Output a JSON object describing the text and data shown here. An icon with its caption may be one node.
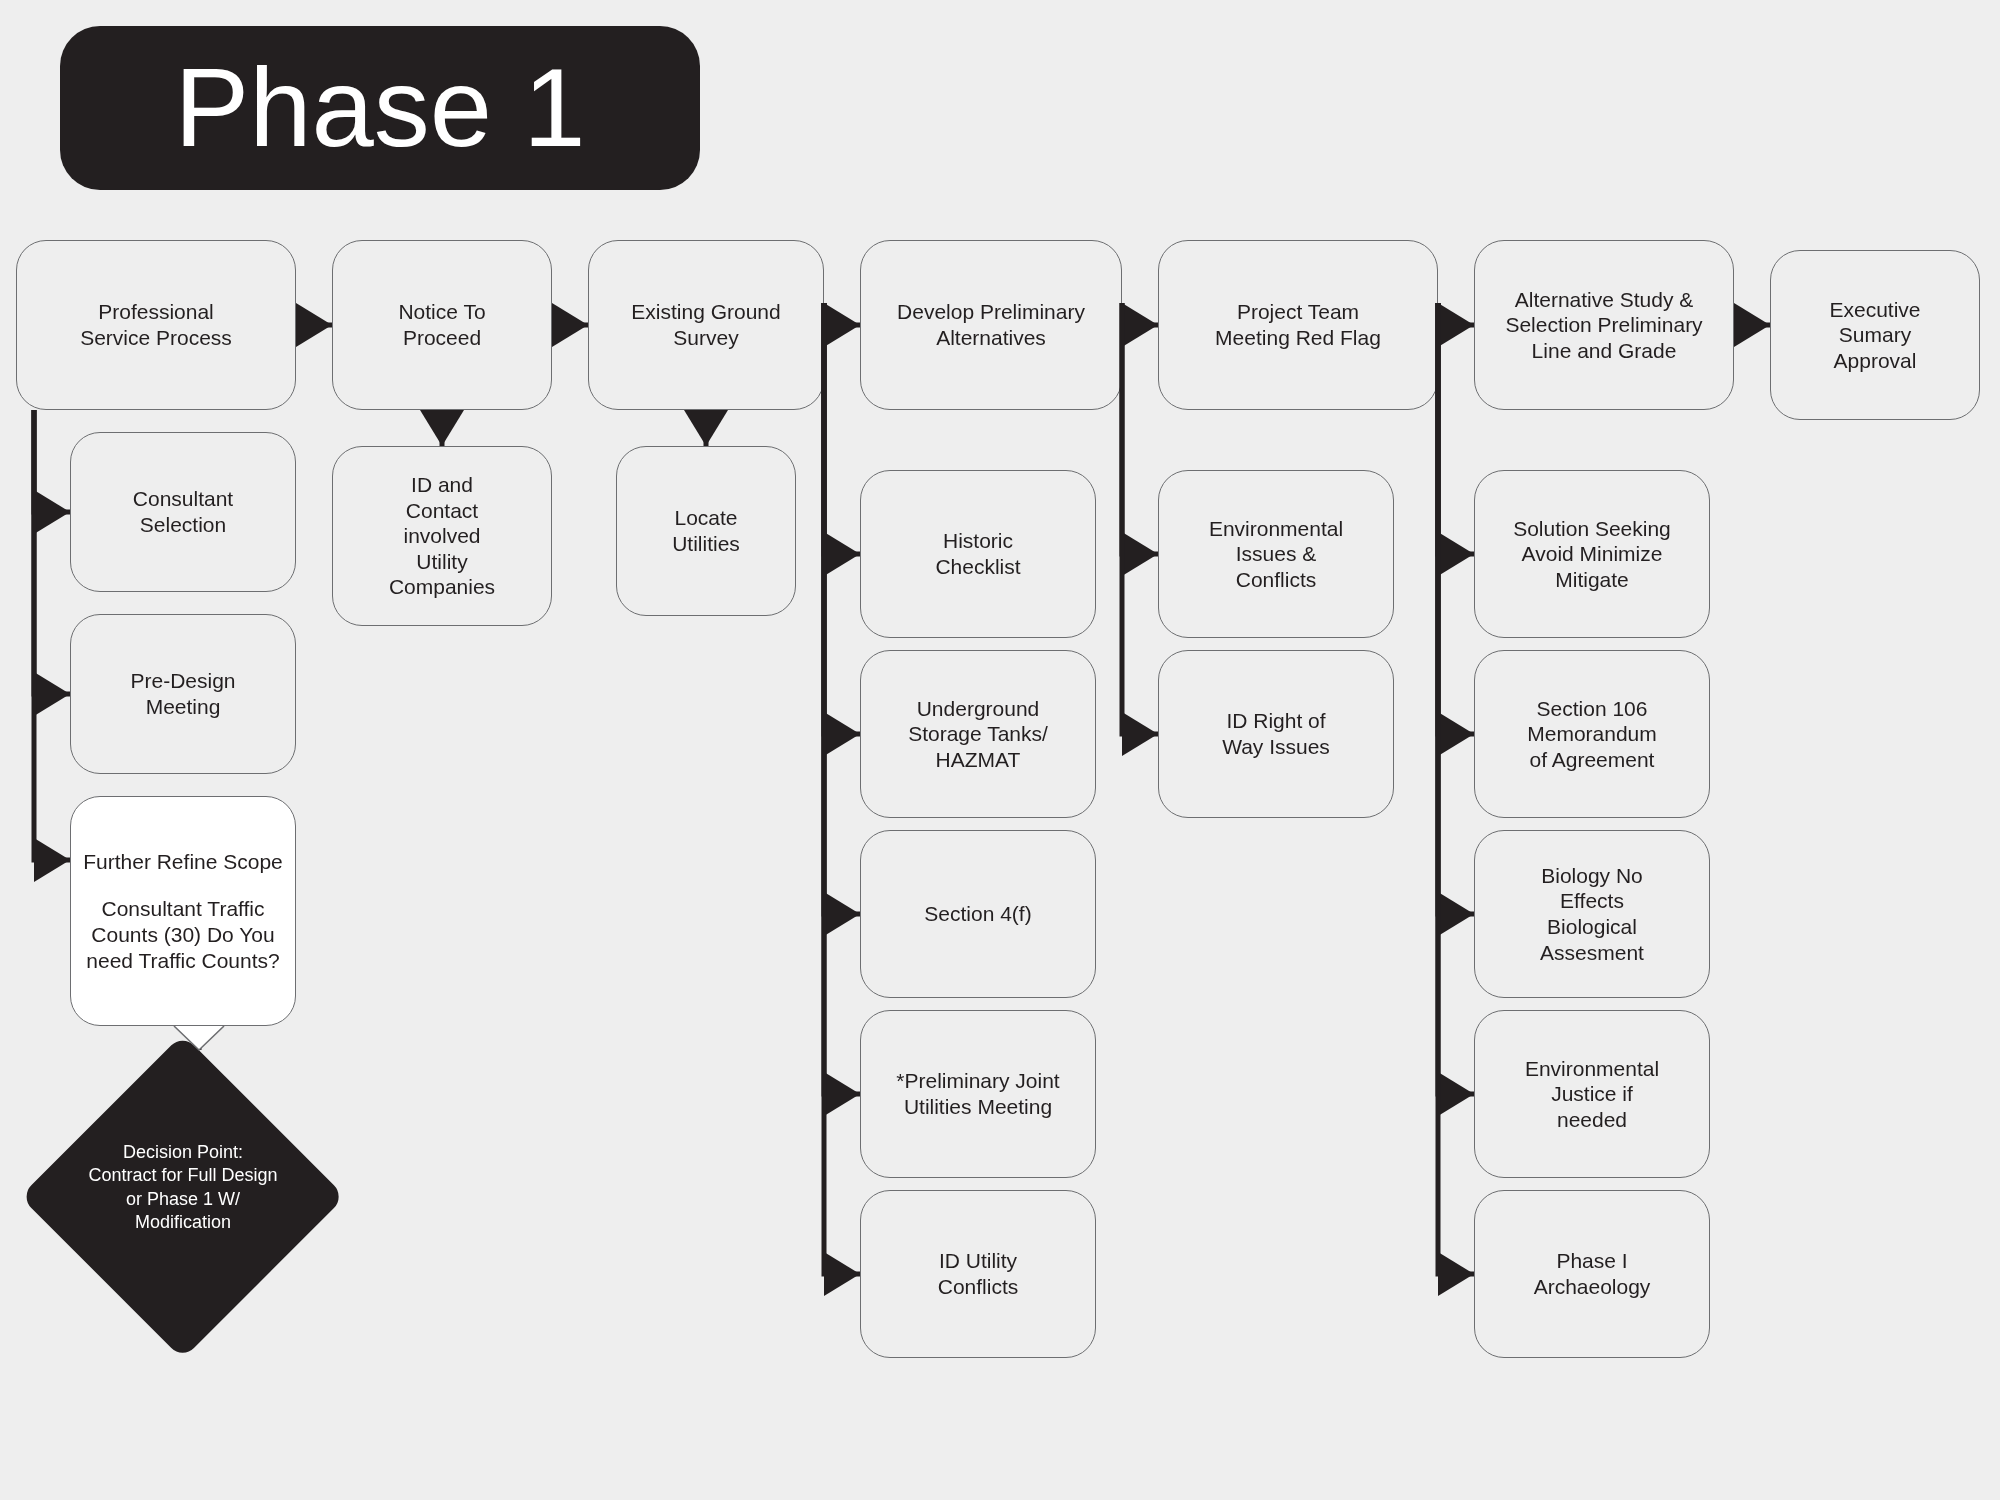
{
  "diagram": {
    "title": "Phase 1",
    "nodes": [
      {
        "text": [
          "Professional Service Process"
        ]
      },
      {
        "text": [
          "Notice To Proceed"
        ]
      },
      {
        "text": [
          "Existing Ground Survey"
        ]
      },
      {
        "text": [
          "ID and Contact involved Utility Companies"
        ]
      },
      {
        "text": [
          "Locate Utilities"
        ]
      },
      {
        "text": [
          "Consultant Selection"
        ]
      },
      {
        "text": [
          "Pre-Design Meeting"
        ]
      },
      {
        "text": [
          "Further Refine Scope",
          "Consultant Traffic Counts (30) Do You need Traffic Counts?"
        ]
      },
      {
        "text": [
          "Decision Point: Contract for Full Design or Phase 1 W/ Modification"
        ]
      },
      {
        "text": [
          "Develop Preliminary Alternatives"
        ]
      },
      {
        "text": [
          "Historic Checklist"
        ]
      },
      {
        "text": [
          "Underground Storage Tanks/ HAZMAT"
        ]
      },
      {
        "text": [
          "Section 4(f)"
        ]
      },
      {
        "text": [
          "*Preliminary Joint Utilities Meeting"
        ]
      },
      {
        "text": [
          "ID Utility Conflicts"
        ]
      },
      {
        "text": [
          "Project Team Meeting Red Flag"
        ]
      },
      {
        "text": [
          "Environmental Issues & Conflicts"
        ]
      },
      {
        "text": [
          "ID Right of Way Issues"
        ]
      },
      {
        "text": [
          "Alternative Study & Selection Preliminary Line and Grade"
        ]
      },
      {
        "text": [
          "Solution Seeking Avoid Minimize Mitigate"
        ]
      },
      {
        "text": [
          "Section 106 Memorandum of Agreement"
        ]
      },
      {
        "text": [
          "Biology No Effects Biological Assesment"
        ]
      },
      {
        "text": [
          "Environmental Justice if needed"
        ]
      },
      {
        "text": [
          "Phase I Archaeology"
        ]
      },
      {
        "text": [
          "Executive Sumary Approval"
        ]
      }
    ],
    "edges": [
      {
        "from": 0,
        "to": 1,
        "arrow": "to"
      },
      {
        "from": 1,
        "to": 3,
        "arrow": "to"
      },
      {
        "from": 1,
        "to": 2,
        "arrow": "to"
      },
      {
        "from": 2,
        "to": 4,
        "arrow": "to"
      },
      {
        "from": 0,
        "to": 5,
        "arrow": "to"
      },
      {
        "from": 0,
        "to": 6,
        "arrow": "to"
      },
      {
        "from": 0,
        "to": 7,
        "arrow": "to"
      },
      {
        "from": 7,
        "to": 8,
        "arrow": "to"
      },
      {
        "from": 2,
        "to": 9,
        "arrow": "to"
      },
      {
        "from": 2,
        "to": 10,
        "arrow": "to"
      },
      {
        "from": 2,
        "to": 11,
        "arrow": "to"
      },
      {
        "from": 2,
        "to": 12,
        "arrow": "to"
      },
      {
        "from": 2,
        "to": 13,
        "arrow": "to"
      },
      {
        "from": 2,
        "to": 14,
        "arrow": "to"
      },
      {
        "from": 9,
        "to": 15,
        "arrow": "to"
      },
      {
        "from": 9,
        "to": 16,
        "arrow": "to"
      },
      {
        "from": 9,
        "to": 17,
        "arrow": "to"
      },
      {
        "from": 15,
        "to": 18,
        "arrow": "to"
      },
      {
        "from": 15,
        "to": 19,
        "arrow": "to"
      },
      {
        "from": 15,
        "to": 20,
        "arrow": "to"
      },
      {
        "from": 15,
        "to": 21,
        "arrow": "to"
      },
      {
        "from": 15,
        "to": 22,
        "arrow": "to"
      },
      {
        "from": 15,
        "to": 23,
        "arrow": "to"
      },
      {
        "from": 18,
        "to": 24,
        "arrow": "to"
      }
    ]
  }
}
